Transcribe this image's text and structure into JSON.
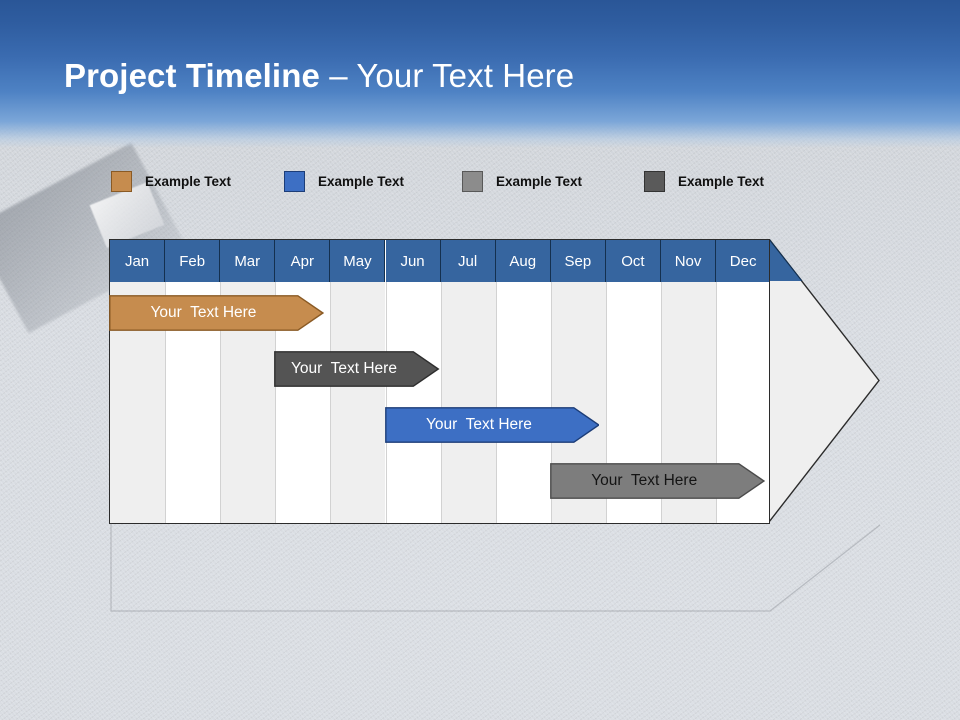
{
  "slide": {
    "title_bold": "Project Timeline",
    "title_dash": " – ",
    "title_rest": "Your Text Here",
    "background": "faded-photo-mulch-gravel-road",
    "sky_color_top": "#2a5697",
    "sky_color_bottom": "#7ba6d8"
  },
  "legend": {
    "items": [
      {
        "label": "Example Text",
        "color": "#c68c4e",
        "border": "#8a5a24",
        "x": 0
      },
      {
        "label": "Example Text",
        "color": "#3d6fc4",
        "border": "#1c3d78",
        "x": 173
      },
      {
        "label": "Example Text",
        "color": "#8c8c8c",
        "border": "#585858",
        "x": 351
      },
      {
        "label": "Example Text",
        "color": "#5a5a5a",
        "border": "#333333",
        "x": 533
      }
    ]
  },
  "chart_data": {
    "type": "bar",
    "title": "Project Timeline – Your Text Here",
    "xlabel": "",
    "ylabel": "",
    "orientation": "horizontal-gantt",
    "categories": [
      "Jan",
      "Feb",
      "Mar",
      "Apr",
      "May",
      "Jun",
      "Jul",
      "Aug",
      "Sep",
      "Oct",
      "Nov",
      "Dec"
    ],
    "header_color": "#36659f",
    "header_text_color": "#ffffff",
    "band_color": "#efefef",
    "plain_color": "#ffffff",
    "grid": true,
    "legend_position": "top",
    "series": [
      {
        "name": "Your  Text Here",
        "label": "Your  Text Here",
        "start_month": "Jan",
        "end_month": "Apr",
        "start_index": 0,
        "end_index": 3.9,
        "color": "#c68c4e",
        "border": "#8a5a24",
        "text_color": "#ffffff",
        "row": 1
      },
      {
        "name": "Your  Text Here",
        "label": "Your  Text Here",
        "start_month": "Apr",
        "end_month": "Jun",
        "start_index": 3.0,
        "end_index": 6.0,
        "color": "#545454",
        "border": "#2e2e2e",
        "text_color": "#ffffff",
        "row": 2
      },
      {
        "name": "Your  Text Here",
        "label": "Your  Text Here",
        "start_month": "Jun",
        "end_month": "Sep",
        "start_index": 5.0,
        "end_index": 8.9,
        "color": "#3d6fc4",
        "border": "#1c3d78",
        "text_color": "#ffffff",
        "row": 3
      },
      {
        "name": "Your  Text Here",
        "label": "Your  Text Here",
        "start_month": "Sep",
        "end_month": "Dec",
        "start_index": 8.0,
        "end_index": 11.9,
        "color": "#7d7d7d",
        "border": "#4b4b4b",
        "text_color": "#141414",
        "row": 4
      }
    ]
  }
}
